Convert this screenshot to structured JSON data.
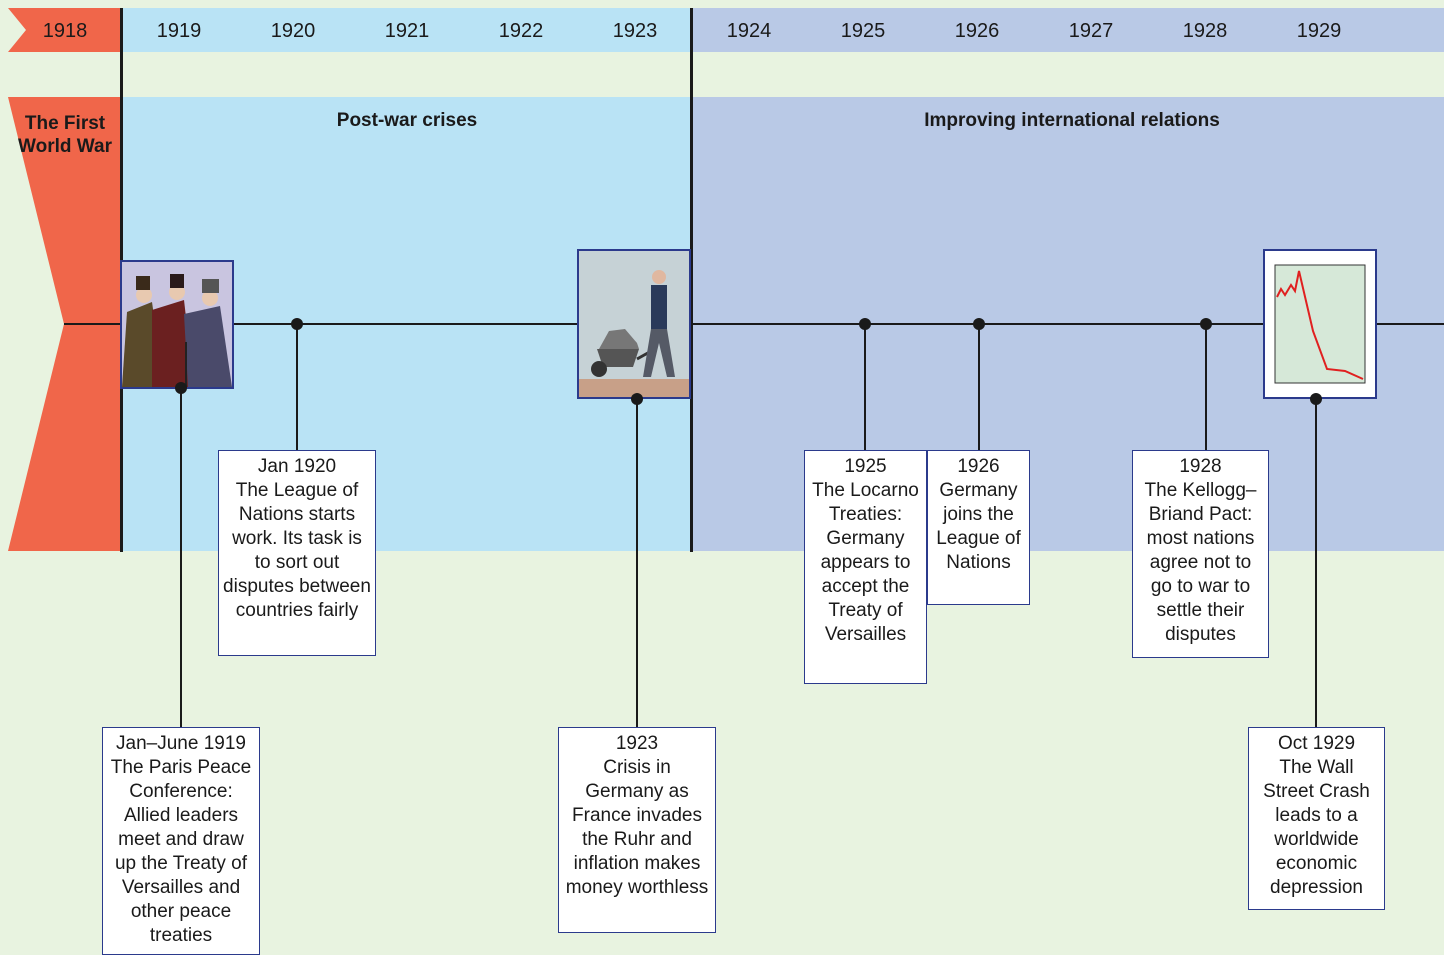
{
  "years": [
    "1918",
    "1919",
    "1920",
    "1921",
    "1922",
    "1923",
    "1924",
    "1925",
    "1926",
    "1927",
    "1928",
    "1929"
  ],
  "periods": {
    "war": "The First World War",
    "crises": "Post-war crises",
    "improving": "Improving international relations"
  },
  "events": {
    "paris": {
      "date": "Jan–June 1919",
      "text": "The Paris Peace Conference: Allied leaders meet and draw up the Treaty of Versailles and other peace treaties"
    },
    "league": {
      "date": "Jan 1920",
      "text": "The League of Nations starts work. Its task is to sort out disputes between countries fairly"
    },
    "ruhr": {
      "date": "1923",
      "text": "Crisis in Germany as France invades the Ruhr and inflation makes money worthless"
    },
    "locarno": {
      "date": "1925",
      "text": "The Locarno Treaties: Germany appears to accept the Treaty of Versailles"
    },
    "joins": {
      "date": "1926",
      "text": "Germany joins the League of Nations"
    },
    "kellogg": {
      "date": "1928",
      "text": "The Kellogg–Briand Pact: most nations agree not to go to war to settle their disputes"
    },
    "crash": {
      "date": "Oct 1929",
      "text": "The Wall Street Crash leads to a worldwide economic depression"
    }
  },
  "colors": {
    "background": "#e8f3e0",
    "war": "#f0664a",
    "crises": "#b9e3f5",
    "improving": "#b9c9e6",
    "box_border": "#2b3a8c"
  }
}
